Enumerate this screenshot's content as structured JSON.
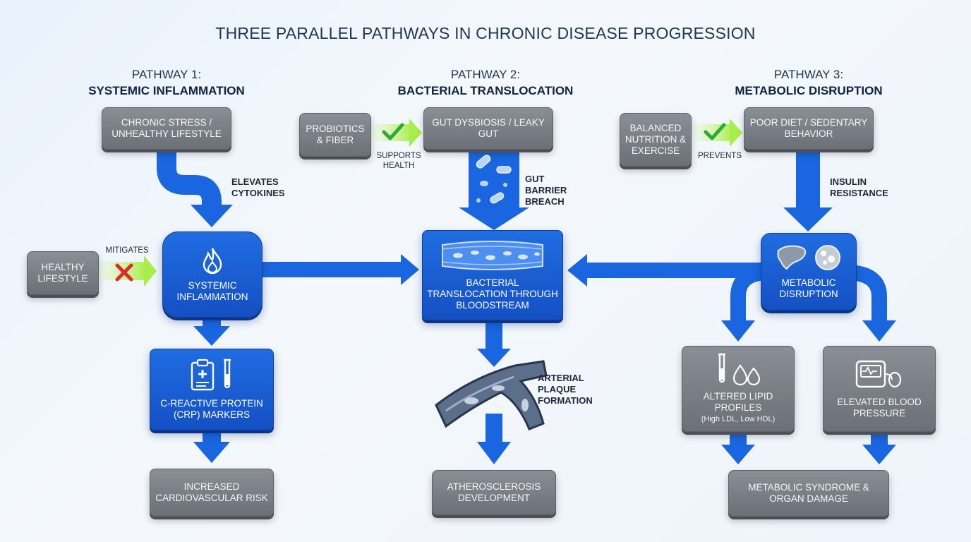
{
  "title": "THREE PARALLEL PATHWAYS IN CHRONIC DISEASE PROGRESSION",
  "pathways": [
    {
      "number": "PATHWAY 1:",
      "name": "SYSTEMIC INFLAMMATION",
      "trigger": "CHRONIC STRESS / UNHEALTHY LIFESTYLE",
      "trigger_effect": "ELEVATES CYTOKINES",
      "intervention": "HEALTHY LIFESTYLE",
      "intervention_effect": "MITIGATES",
      "core": "SYSTEMIC INFLAMMATION",
      "marker": "C-REACTIVE PROTEIN (CRP) MARKERS",
      "outcome": "INCREASED CARDIOVASCULAR RISK"
    },
    {
      "number": "PATHWAY 2:",
      "name": "BACTERIAL TRANSLOCATION",
      "trigger": "GUT DYSBIOSIS / LEAKY GUT",
      "trigger_effect": "GUT BARRIER BREACH",
      "intervention": "PROBIOTICS & FIBER",
      "intervention_effect": "SUPPORTS HEALTH",
      "core": "BACTERIAL TRANSLOCATION THROUGH BLOODSTREAM",
      "marker": "ARTERIAL PLAQUE FORMATION",
      "outcome": "ATHEROSCLEROSIS DEVELOPMENT"
    },
    {
      "number": "PATHWAY 3:",
      "name": "METABOLIC DISRUPTION",
      "trigger": "POOR DIET / SEDENTARY BEHAVIOR",
      "trigger_effect": "INSULIN RESISTANCE",
      "intervention": "BALANCED NUTRITION & EXERCISE",
      "intervention_effect": "PREVENTS",
      "core": "METABOLIC DISRUPTION",
      "marker_lipids": "ALTERED LIPID PROFILES",
      "marker_lipids_detail": "(High LDL, Low HDL)",
      "marker_bp": "ELEVATED BLOOD PRESSURE",
      "outcome": "METABOLIC SYNDROME & ORGAN DAMAGE"
    }
  ],
  "colors": {
    "arrow": "#1a66e0",
    "blue_box": "#1a5fd6",
    "gray_box": "#7a7f86",
    "check": "#2ea836",
    "cross": "#e02a2a",
    "glow": "#b8f060"
  },
  "icons": [
    "flame-icon",
    "clipboard-icon",
    "test-tube-icon",
    "bacteria-icon",
    "blood-vessel-icon",
    "artery-icon",
    "liver-icon",
    "fat-cell-icon",
    "droplet-icon",
    "blood-pressure-monitor-icon",
    "check-icon",
    "cross-icon"
  ]
}
